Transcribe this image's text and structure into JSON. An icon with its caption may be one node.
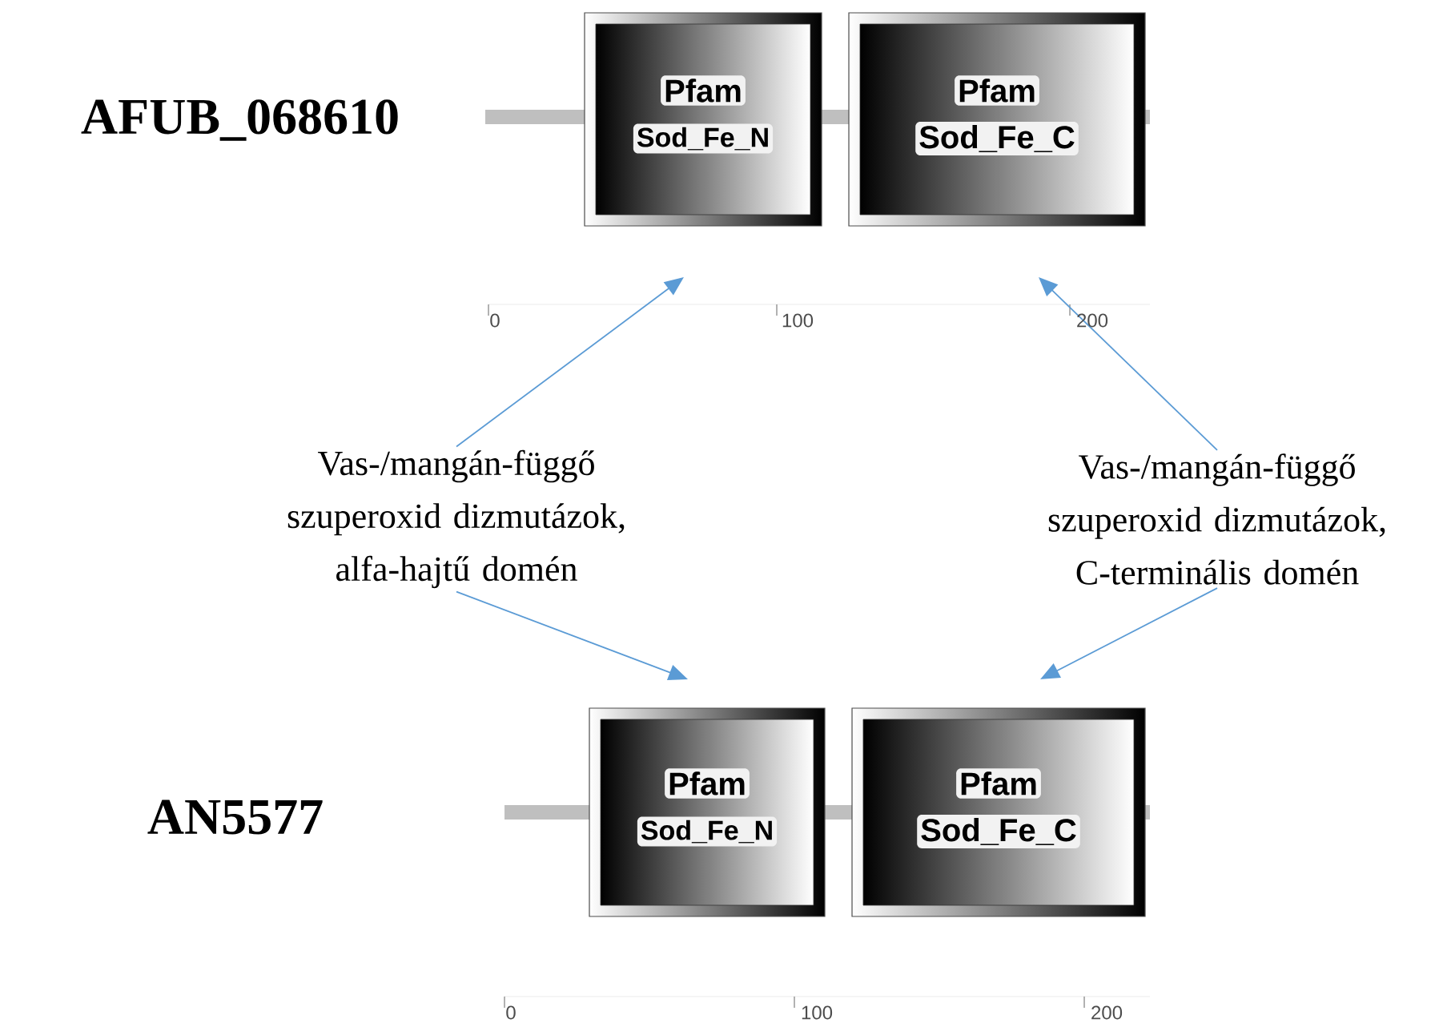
{
  "diagram": {
    "nodes": [
      {
        "text": [
          "Pfam",
          "Sod_Fe_N"
        ]
      },
      {
        "text": [
          "Pfam",
          "Sod_Fe_C"
        ]
      },
      {
        "text": [
          "Pfam",
          "Sod_Fe_N"
        ]
      },
      {
        "text": [
          "Pfam",
          "Sod_Fe_C"
        ]
      },
      {
        "text": [
          "Vas-/mangán-függő szuperoxid dizmutázok, alfa-hajtű domén"
        ]
      },
      {
        "text": [
          "Vas-/mangán-függő szuperoxid dizmutázok, C-terminális domén"
        ]
      }
    ],
    "edges": [
      {
        "from": 4,
        "to": 0,
        "arrow": "to",
        "color": "#5b9bd5"
      },
      {
        "from": 5,
        "to": 1,
        "arrow": "to",
        "color": "#5b9bd5"
      },
      {
        "from": 4,
        "to": 2,
        "arrow": "to",
        "color": "#5b9bd5"
      },
      {
        "from": 5,
        "to": 3,
        "arrow": "to",
        "color": "#5b9bd5"
      }
    ],
    "labels": [
      "AFUB_068610",
      "0",
      "100",
      "200",
      "AN5577",
      "0",
      "100",
      "200"
    ]
  }
}
